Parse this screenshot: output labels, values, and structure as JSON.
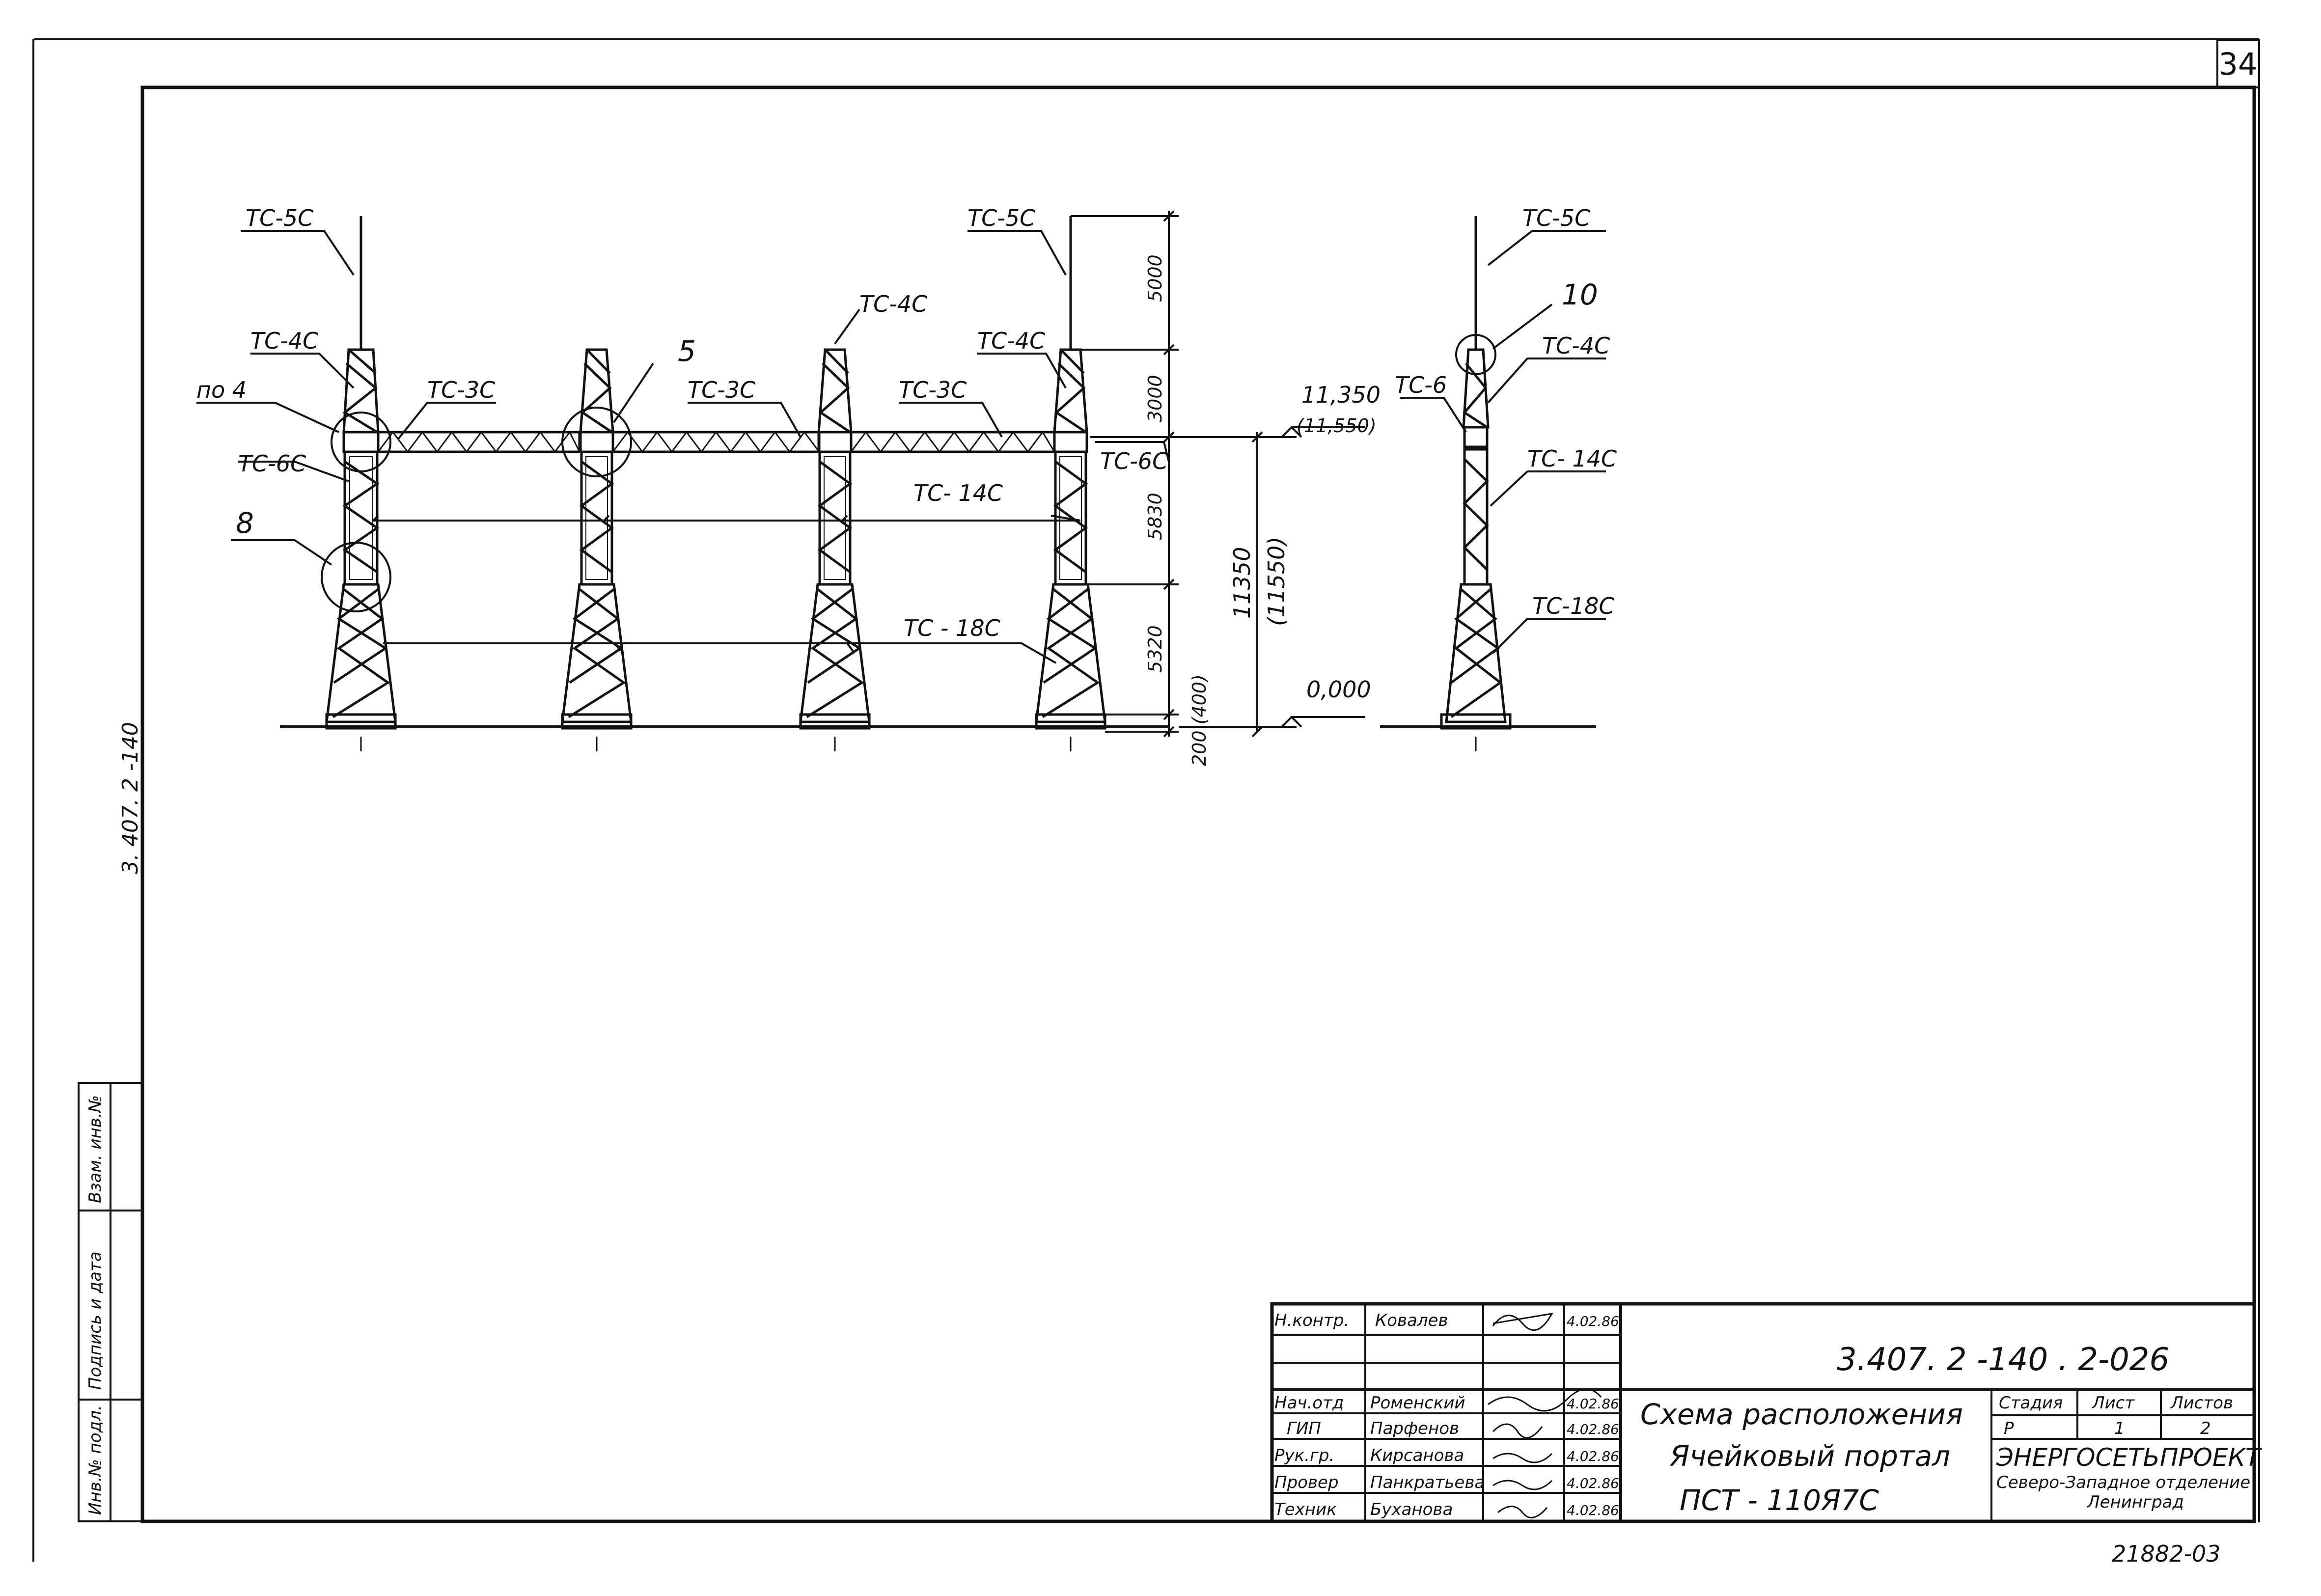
{
  "sheet_number": "34",
  "side_stamp": "3. 407. 2 -140",
  "bottom_stamp": "21882-03",
  "left_strip": [
    "Инв.№ подл.",
    "Подпись и дата",
    "Взам. инв.№"
  ],
  "callouts": {
    "tc5c_left": "ТС-5С",
    "tc5c_mid": "ТС-5С",
    "tc5c_right": "ТС-5С",
    "tc4c_left": "ТС-4С",
    "tc4c_top": "ТС-4С",
    "tc4c_mid": "ТС-4С",
    "tc4c_right": "ТС-4С",
    "po4": "по 4",
    "tc3c_1": "ТС-3С",
    "tc3c_2": "ТС-3С",
    "tc3c_3": "ТС-3С",
    "node5": "5",
    "tc6c_left": "ТС-6С",
    "tc6c_mid": "ТС-6С",
    "tc6_right": "ТС-6",
    "node8": "8",
    "tc14c_mid": "ТС- 14С",
    "tc14c_right": "ТС- 14С",
    "tc18c_mid": "ТС - 18С",
    "tc18c_right": "ТС-18С",
    "node10": "10"
  },
  "dimensions": {
    "d5000": "5000",
    "d3000": "3000",
    "d5830": "5830",
    "d5320": "5320",
    "d200": "200 (400)",
    "d11350": "11350",
    "d11550": "(11550)",
    "level_top": "11,350",
    "level_top_alt": "(11,550)",
    "level_zero": "0,000"
  },
  "title_block": {
    "rows": [
      {
        "role": "Н.контр.",
        "name": "Ковалев",
        "date": "4.02.86"
      },
      {
        "role": "",
        "name": "",
        "date": ""
      },
      {
        "role": "Нач.отд",
        "name": "Роменский",
        "date": "4.02.86"
      },
      {
        "role": "ГИП",
        "name": "Парфенов",
        "date": "4.02.86"
      },
      {
        "role": "Рук.гр.",
        "name": "Кирсанова",
        "date": "4.02.86"
      },
      {
        "role": "Провер",
        "name": "Панкратьева",
        "date": "4.02.86"
      },
      {
        "role": "Техник",
        "name": "Буханова",
        "date": "4.02.86"
      }
    ],
    "doc_code": "3.407. 2 -140 . 2-026",
    "title_line1": "Схема расположения",
    "title_line2": "Ячейковый портал",
    "title_line3": "ПСТ - 110Я7С",
    "stage_header": "Стадия",
    "sheet_header": "Лист",
    "sheets_header": "Листов",
    "stage": "Р",
    "sheet": "1",
    "sheets": "2",
    "org_name": "ЭНЕРГОСЕТЬПРОЕКТ",
    "org_branch": "Северо-Западное отделение",
    "org_city": "Ленинград"
  }
}
